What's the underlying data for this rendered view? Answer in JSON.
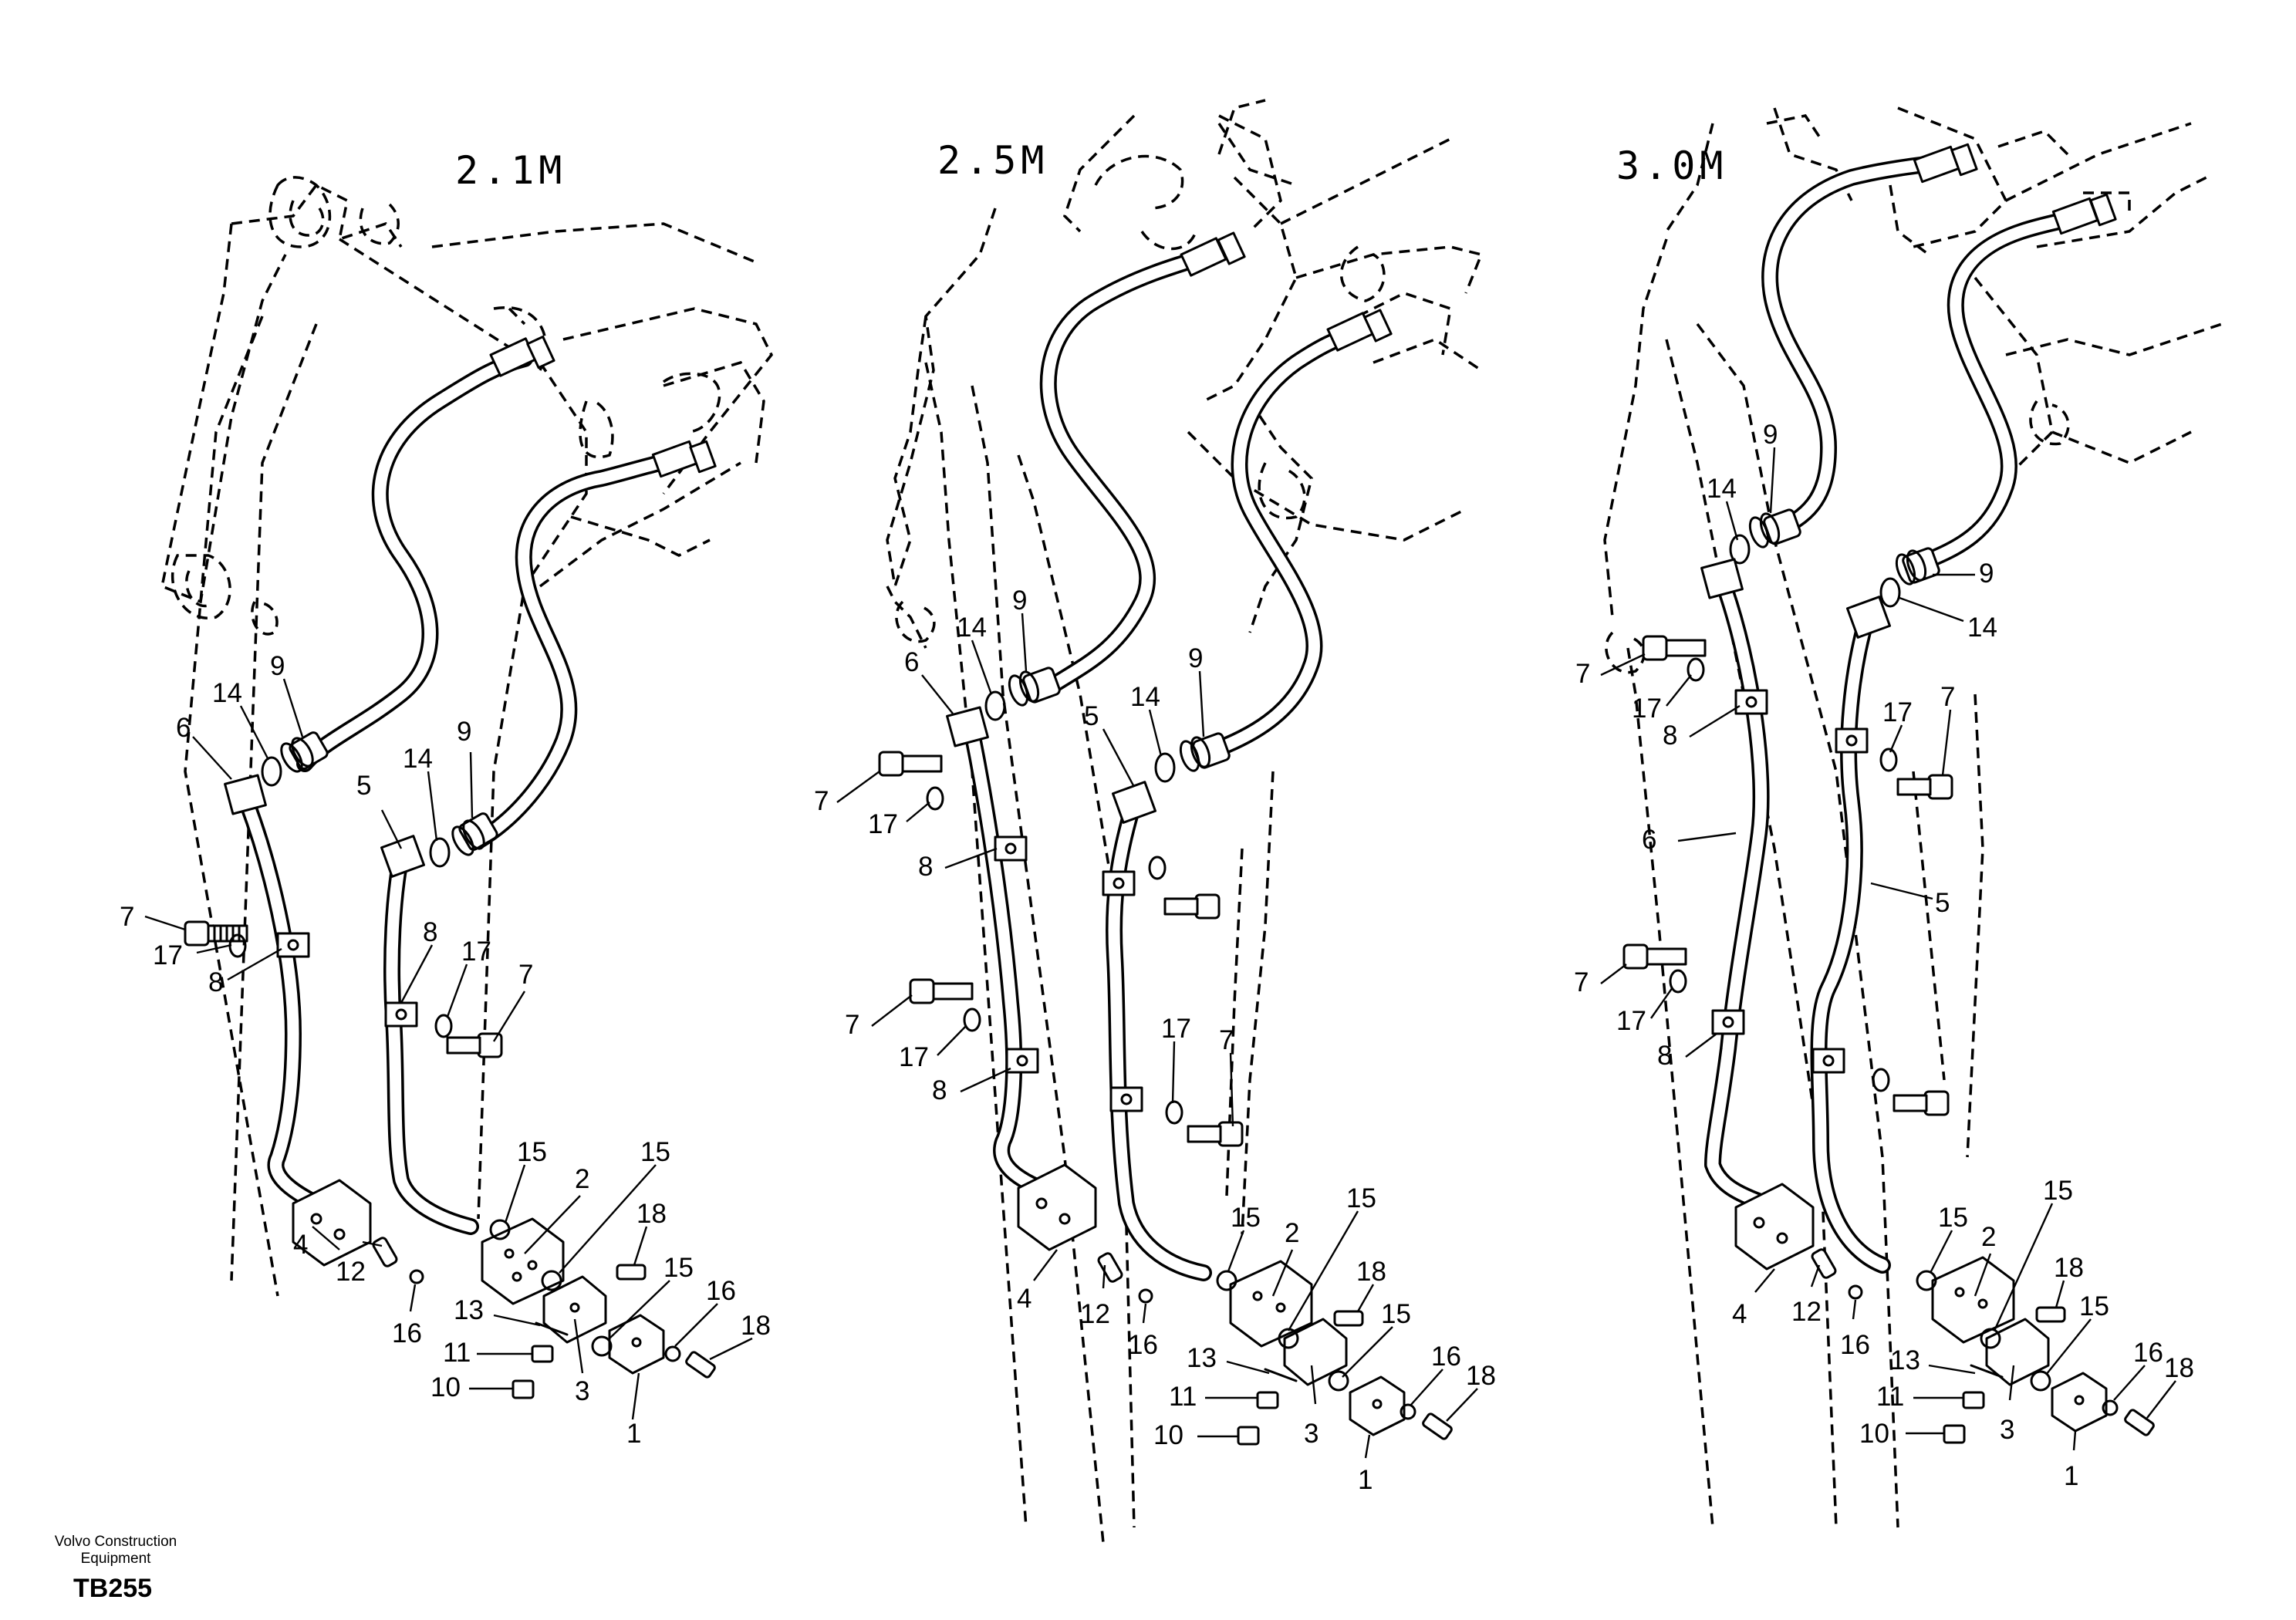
{
  "titles": {
    "variant_1": "2.1M",
    "variant_2": "2.5M",
    "variant_3": "3.0M"
  },
  "footer": {
    "brand_line_1": "Volvo Construction",
    "brand_line_2": "Equipment",
    "code": "TB255"
  },
  "callouts": {
    "v1": [
      "1",
      "2",
      "3",
      "4",
      "5",
      "6",
      "7",
      "7",
      "8",
      "8",
      "9",
      "9",
      "10",
      "11",
      "12",
      "13",
      "14",
      "14",
      "15",
      "15",
      "15",
      "16",
      "16",
      "17",
      "17",
      "18",
      "18"
    ],
    "v2": [
      "1",
      "2",
      "3",
      "4",
      "5",
      "6",
      "7",
      "7",
      "7",
      "8",
      "8",
      "9",
      "9",
      "10",
      "11",
      "12",
      "13",
      "14",
      "14",
      "15",
      "15",
      "15",
      "16",
      "16",
      "17",
      "17",
      "17",
      "18",
      "18"
    ],
    "v3": [
      "1",
      "2",
      "3",
      "4",
      "5",
      "6",
      "7",
      "7",
      "7",
      "8",
      "8",
      "9",
      "9",
      "10",
      "11",
      "12",
      "13",
      "14",
      "14",
      "15",
      "15",
      "15",
      "16",
      "16",
      "17",
      "17",
      "17",
      "18",
      "18"
    ]
  }
}
